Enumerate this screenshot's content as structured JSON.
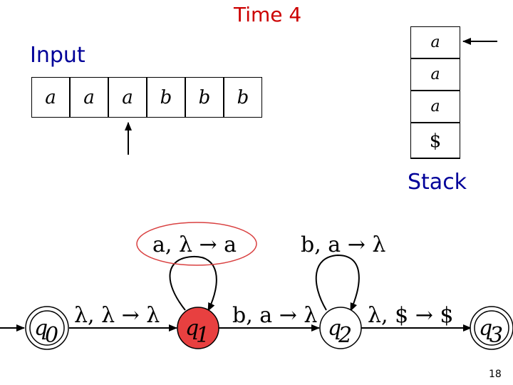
{
  "title": "Time 4",
  "input_label": "Input",
  "stack_label": "Stack",
  "page_number": "18",
  "colors": {
    "title": "#cc0000",
    "label": "#000099",
    "active_state": "#e84040",
    "highlight_ellipse": "#d94040"
  },
  "tape": {
    "cells": [
      "a",
      "a",
      "a",
      "b",
      "b",
      "b"
    ],
    "head_index": 2
  },
  "stack": {
    "top_to_bottom": [
      "a",
      "a",
      "a",
      "$"
    ],
    "top_pointer": true
  },
  "automaton": {
    "states": [
      {
        "id": "q0",
        "name": "q",
        "sub": "0",
        "initial": true,
        "accepting": true,
        "active": false
      },
      {
        "id": "q1",
        "name": "q",
        "sub": "1",
        "initial": false,
        "accepting": false,
        "active": true
      },
      {
        "id": "q2",
        "name": "q",
        "sub": "2",
        "initial": false,
        "accepting": false,
        "active": false
      },
      {
        "id": "q3",
        "name": "q",
        "sub": "3",
        "initial": false,
        "accepting": true,
        "active": false
      }
    ],
    "transitions": [
      {
        "from": "q0",
        "to": "q1",
        "label": "λ, λ → λ"
      },
      {
        "from": "q1",
        "to": "q1",
        "label": "a, λ → a",
        "highlighted": true
      },
      {
        "from": "q1",
        "to": "q2",
        "label": "b, a → λ"
      },
      {
        "from": "q2",
        "to": "q2",
        "label": "b, a → λ"
      },
      {
        "from": "q2",
        "to": "q3",
        "label": "λ, $ → $"
      }
    ]
  }
}
